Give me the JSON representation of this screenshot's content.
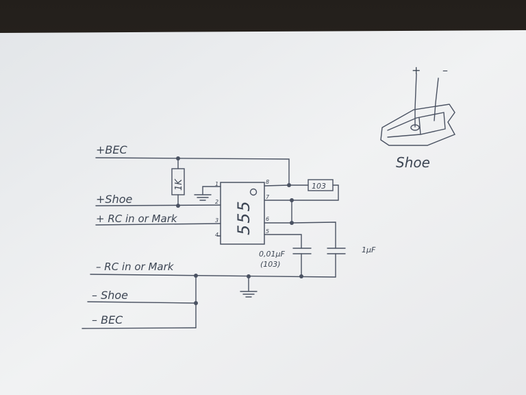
{
  "colors": {
    "ink": "#4a5262",
    "paper": "#eeeff0",
    "background": "#2a2622"
  },
  "labels": {
    "plus_bec": "+BEC",
    "plus_shoe": "+Shoe",
    "plus_rc": "+ RC in or Mark",
    "minus_rc": "– RC in or Mark",
    "minus_shoe": "– Shoe",
    "minus_bec": "– BEC"
  },
  "resistor": {
    "label": "1K"
  },
  "ic": {
    "label": "555",
    "pins": {
      "p1": "1",
      "p2": "2",
      "p3": "3",
      "p4": "4",
      "p5": "5",
      "p6": "6",
      "p7": "7",
      "p8": "8"
    }
  },
  "capacitors": {
    "c1_value": "0,01µF",
    "c1_code": "(103)",
    "c2_value": "1µF",
    "box_label": "103"
  },
  "shoe": {
    "title": "Shoe",
    "plus": "+",
    "minus": "–"
  }
}
